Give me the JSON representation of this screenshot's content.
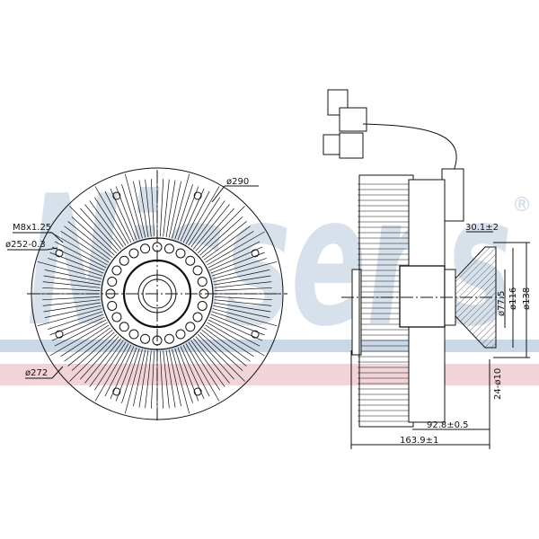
{
  "watermark": {
    "brand": "Nissens",
    "registered_mark": "®",
    "band_blue": "#c9d7e6",
    "band_pink": "#f2d4d8"
  },
  "front_view": {
    "dimensions": {
      "outer_diameter": "ø290",
      "thread": "M8x1.25",
      "bolt_circle": "ø252-0.3",
      "fan_diameter": "ø272"
    },
    "bolt_holes": 24
  },
  "side_view": {
    "dimensions": {
      "flange_offset": "30.1±2",
      "pilot_diameter": "ø77.5",
      "hub_diameter": "ø116",
      "flange_diameter": "ø138",
      "holes": "24-ø10",
      "mount_depth": "92.8±0.5",
      "overall_length": "163.9±1"
    }
  }
}
